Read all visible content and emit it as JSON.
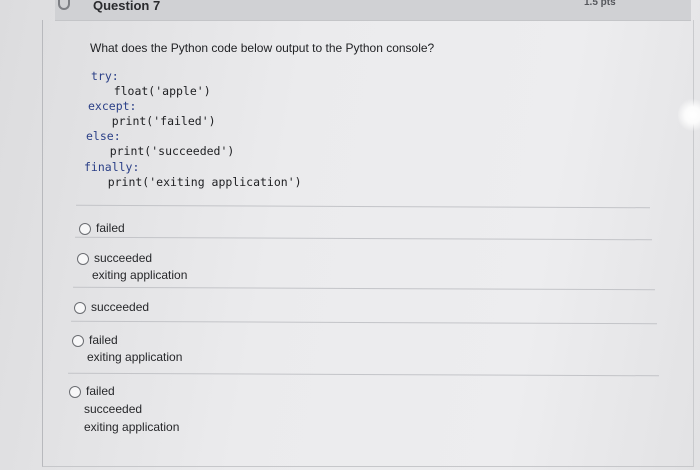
{
  "header": {
    "title": "Question 7",
    "points": "1.5 pts"
  },
  "question": {
    "text": "What does the Python code below output to the Python console?",
    "code": [
      "try:",
      "    float('apple')",
      "except:",
      "    print('failed')",
      "else:",
      "    print('succeeded')",
      "finally:",
      "    print('exiting application')"
    ]
  },
  "options": [
    {
      "lines": [
        "failed"
      ]
    },
    {
      "lines": [
        "succeeded",
        "exiting application"
      ]
    },
    {
      "lines": [
        "succeeded"
      ]
    },
    {
      "lines": [
        "failed",
        "exiting application"
      ]
    },
    {
      "lines": [
        "failed",
        "succeeded",
        "exiting application"
      ]
    }
  ],
  "colors": {
    "code_keyword": "#2a3f87",
    "header_bar": "#d0d1d4"
  }
}
